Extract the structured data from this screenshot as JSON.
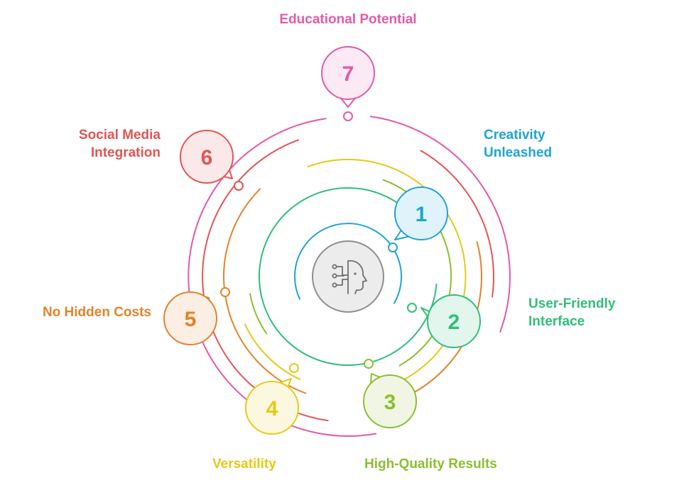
{
  "hub": {
    "icon": "ai-head-circuit-icon"
  },
  "items": [
    {
      "number": "1",
      "label_lines": [
        "Creativity",
        "Unleashed"
      ],
      "color": "#1fa3d6"
    },
    {
      "number": "2",
      "label_lines": [
        "User-Friendly",
        "Interface"
      ],
      "color": "#2fbf7a"
    },
    {
      "number": "3",
      "label_lines": [
        "High-Quality Results"
      ],
      "color": "#8bbf2f"
    },
    {
      "number": "4",
      "label_lines": [
        "Versatility"
      ],
      "color": "#e6c91a"
    },
    {
      "number": "5",
      "label_lines": [
        "No Hidden Costs"
      ],
      "color": "#e2832a"
    },
    {
      "number": "6",
      "label_lines": [
        "Social Media",
        "Integration"
      ],
      "color": "#e25555"
    },
    {
      "number": "7",
      "label_lines": [
        "Educational Potential"
      ],
      "color": "#e25aa9"
    }
  ]
}
